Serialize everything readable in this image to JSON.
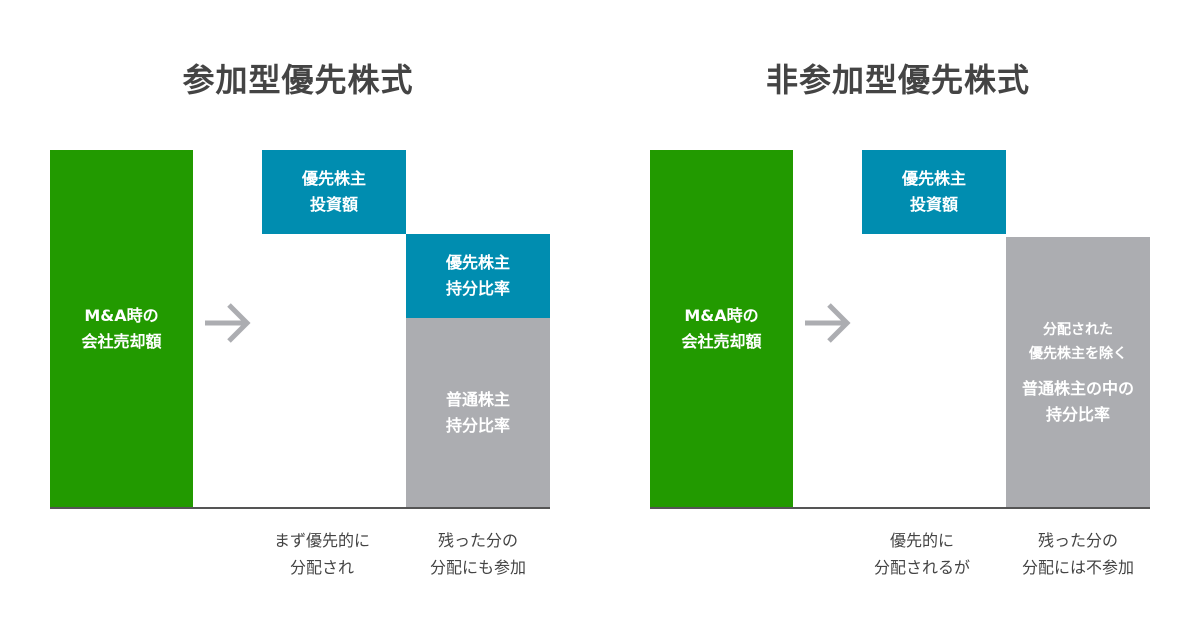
{
  "colors": {
    "sale": "#229a00",
    "preferred": "#008db0",
    "common": "#acadb1",
    "title": "#444444"
  },
  "participating": {
    "title": "参加型優先株式",
    "sale_box": [
      "M&A時の",
      "会社売却額"
    ],
    "arrow_icon": "arrow-right-icon",
    "pref_investment": [
      "優先株主",
      "投資額"
    ],
    "pref_share": [
      "優先株主",
      "持分比率"
    ],
    "common_share": [
      "普通株主",
      "持分比率"
    ],
    "caption_first": [
      "まず優先的に",
      "分配され"
    ],
    "caption_rest": [
      "残った分の",
      "分配にも参加"
    ]
  },
  "non_participating": {
    "title": "非参加型優先株式",
    "sale_box": [
      "M&A時の",
      "会社売却額"
    ],
    "arrow_icon": "arrow-right-icon",
    "pref_investment": [
      "優先株主",
      "投資額"
    ],
    "common_note": [
      "分配された",
      "優先株主を除く"
    ],
    "common_share": [
      "普通株主の中の",
      "持分比率"
    ],
    "caption_first": [
      "優先的に",
      "分配されるが"
    ],
    "caption_rest": [
      "残った分の",
      "分配には不参加"
    ]
  }
}
